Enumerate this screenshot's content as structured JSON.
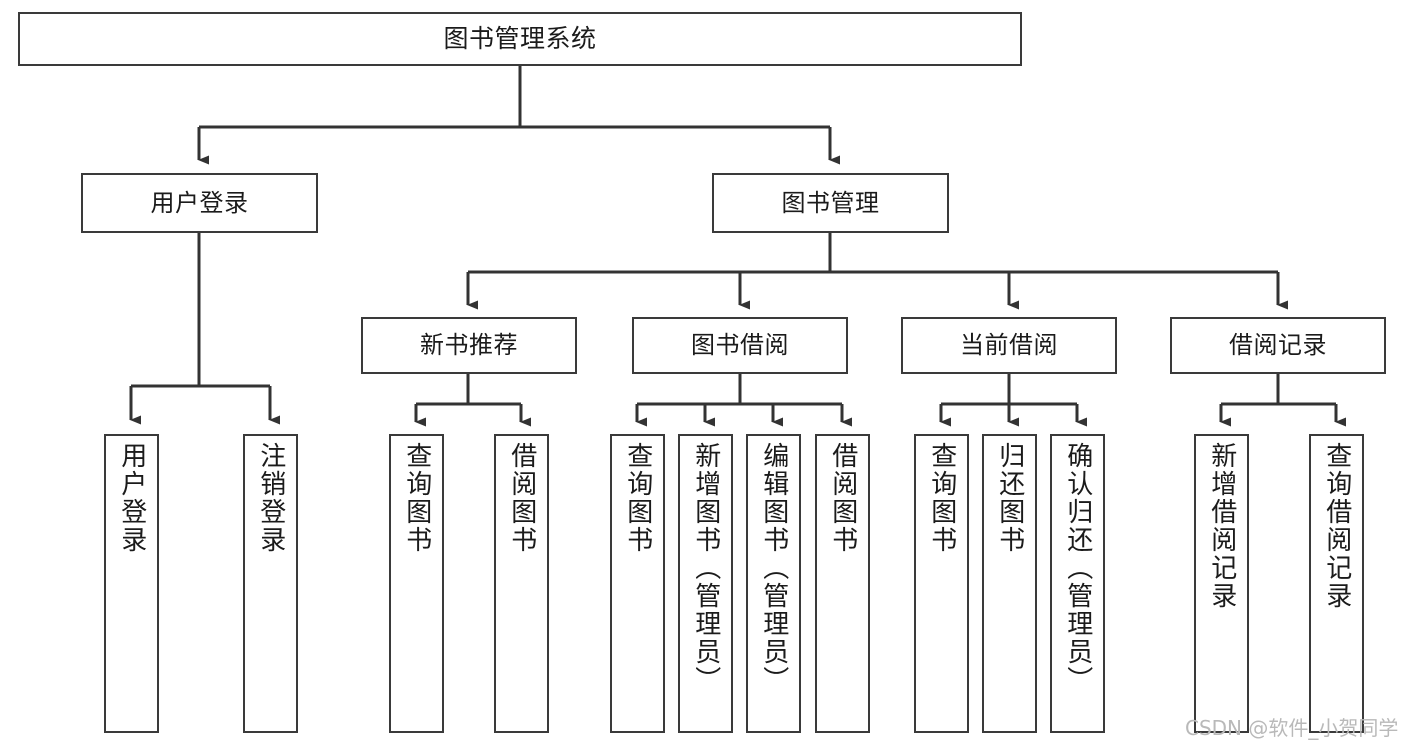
{
  "diagram": {
    "title": "图书管理系统",
    "type": "tree-hierarchy-diagram",
    "background_color": "#ffffff",
    "line_color": "#3a3a3a",
    "text_color": "#1b1b1b",
    "nodes": {
      "root": {
        "label": "图书管理系统"
      },
      "level1": [
        {
          "label": "用户登录"
        },
        {
          "label": "图书管理"
        }
      ],
      "level2": [
        {
          "label": "新书推荐"
        },
        {
          "label": "图书借阅"
        },
        {
          "label": "当前借阅"
        },
        {
          "label": "借阅记录"
        }
      ],
      "leaves": {
        "user_login": [
          {
            "label": "用户登录"
          },
          {
            "label": "注销登录"
          }
        ],
        "new_book_recommend": [
          {
            "label": "查询图书"
          },
          {
            "label": "借阅图书"
          }
        ],
        "book_borrow": [
          {
            "label": "查询图书"
          },
          {
            "label": "新增图书（管理员）"
          },
          {
            "label": "编辑图书（管理员）"
          },
          {
            "label": "借阅图书"
          }
        ],
        "current_borrow": [
          {
            "label": "查询图书"
          },
          {
            "label": "归还图书"
          },
          {
            "label": "确认归还（管理员）"
          }
        ],
        "borrow_record": [
          {
            "label": "新增借阅记录"
          },
          {
            "label": "查询借阅记录"
          }
        ]
      }
    }
  },
  "watermark": {
    "text": "CSDN @软件_小贺同学"
  }
}
